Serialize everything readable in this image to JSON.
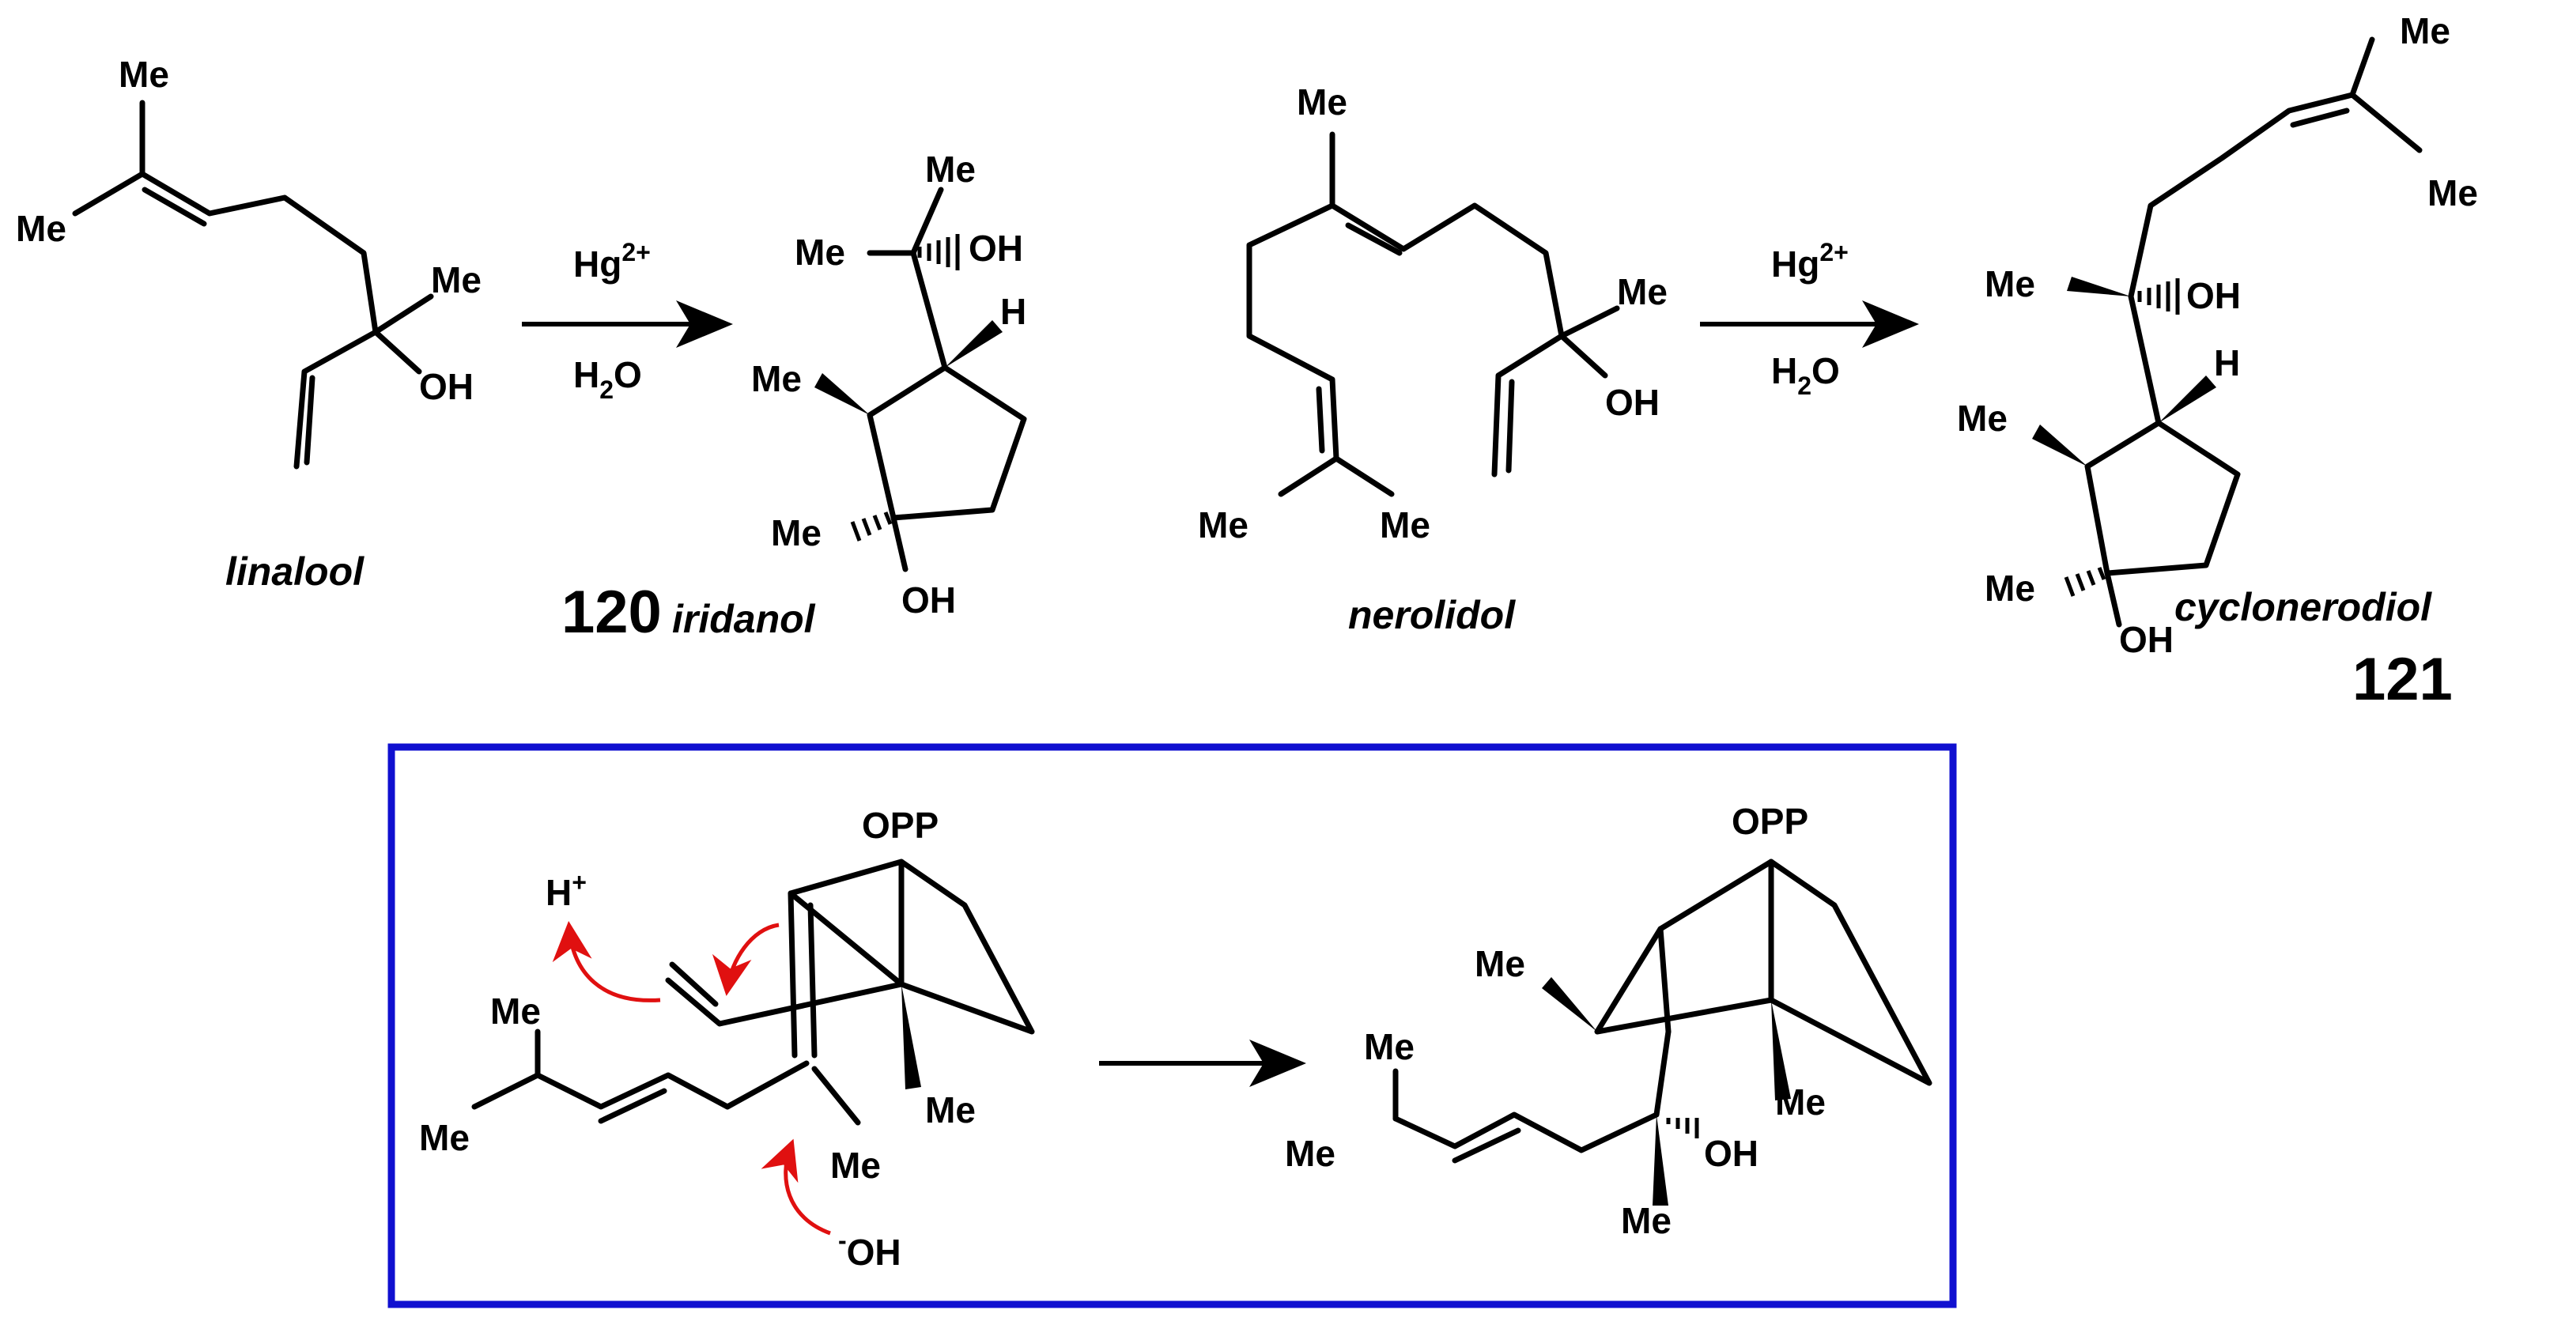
{
  "colors": {
    "box": "#1010d0",
    "curved_arrows": "#e01010",
    "ink": "#000000"
  },
  "labels": {
    "me": "Me",
    "oh": "OH",
    "h": "H",
    "opp": "OPP",
    "hplus_base": "H",
    "hplus_sup": "+",
    "hydroxide_sup": "-",
    "hydroxide_base": "OH"
  },
  "reagents": {
    "hg_base": "Hg",
    "hg_sup": "2+",
    "h2o_h": "H",
    "h2o_sub": "2",
    "h2o_o": "O"
  },
  "compounds": {
    "linalool": "linalool",
    "iridanol_num": "120",
    "iridanol": "iridanol",
    "nerolidol": "nerolidol",
    "cyclonerodiol": "cyclonerodiol",
    "cyclonerodiol_num": "121"
  }
}
